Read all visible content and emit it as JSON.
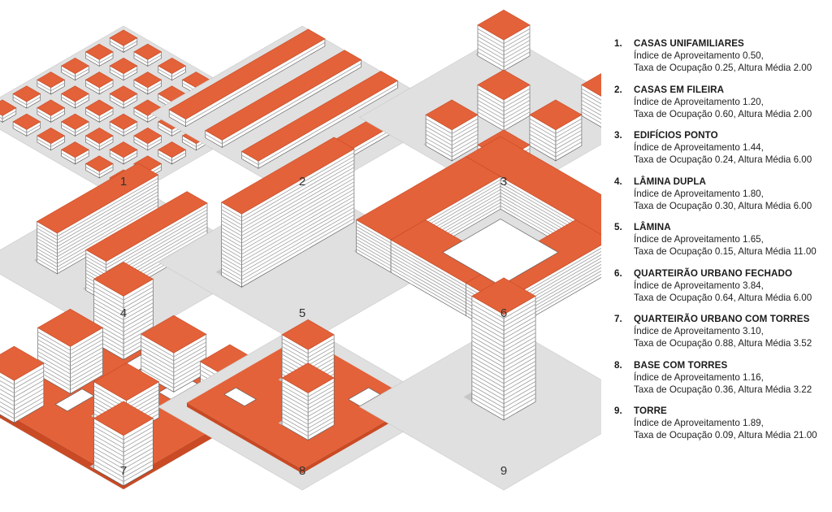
{
  "colors": {
    "ground": "#e0e0e0",
    "ground_edge": "#c9c9c9",
    "shadow": "#c6c6c6",
    "roof": "#e3623a",
    "roof_dark": "#c94a24",
    "wall": "#ffffff",
    "stripe": "#9e9e9e",
    "outline": "#555555"
  },
  "diagram": {
    "captions": [
      "1",
      "2",
      "3",
      "4",
      "5",
      "6",
      "7",
      "8",
      "9"
    ]
  },
  "legend": {
    "items": [
      {
        "num": "1.",
        "title": "CASAS UNIFAMILIARES",
        "line1": "Índice de Aproveitamento 0.50,",
        "line2": "Taxa de Ocupação 0.25, Altura Média 2.00"
      },
      {
        "num": "2.",
        "title": "CASAS EM FILEIRA",
        "line1": "Índice de Aproveitamento 1.20,",
        "line2": "Taxa de Ocupação 0.60, Altura Média 2.00"
      },
      {
        "num": "3.",
        "title": "EDIFÍCIOS PONTO",
        "line1": "Índice de Aproveitamento 1.44,",
        "line2": "Taxa de Ocupação 0.24, Altura Média 6.00"
      },
      {
        "num": "4.",
        "title": "LÂMINA DUPLA",
        "line1": "Índice de Aproveitamento 1.80,",
        "line2": "Taxa de Ocupação 0.30, Altura Média 6.00"
      },
      {
        "num": "5.",
        "title": "LÂMINA",
        "line1": "Índice de Aproveitamento 1.65,",
        "line2": "Taxa de Ocupação 0.15, Altura Média 11.00"
      },
      {
        "num": "6.",
        "title": "QUARTEIRÃO URBANO FECHADO",
        "line1": "Índice de Aproveitamento 3.84,",
        "line2": "Taxa de Ocupação 0.64, Altura Média 6.00"
      },
      {
        "num": "7.",
        "title": "QUARTEIRÃO URBANO COM TORRES",
        "line1": "Índice de Aproveitamento 3.10,",
        "line2": "Taxa de Ocupação 0.88, Altura Média 3.52"
      },
      {
        "num": "8.",
        "title": "BASE COM TORRES",
        "line1": "Índice de Aproveitamento 1.16,",
        "line2": "Taxa de Ocupação 0.36, Altura Média 3.22"
      },
      {
        "num": "9.",
        "title": "TORRE",
        "line1": "Índice de Aproveitamento 1.89,",
        "line2": "Taxa de Ocupação 0.09, Altura Média 21.00"
      }
    ]
  }
}
